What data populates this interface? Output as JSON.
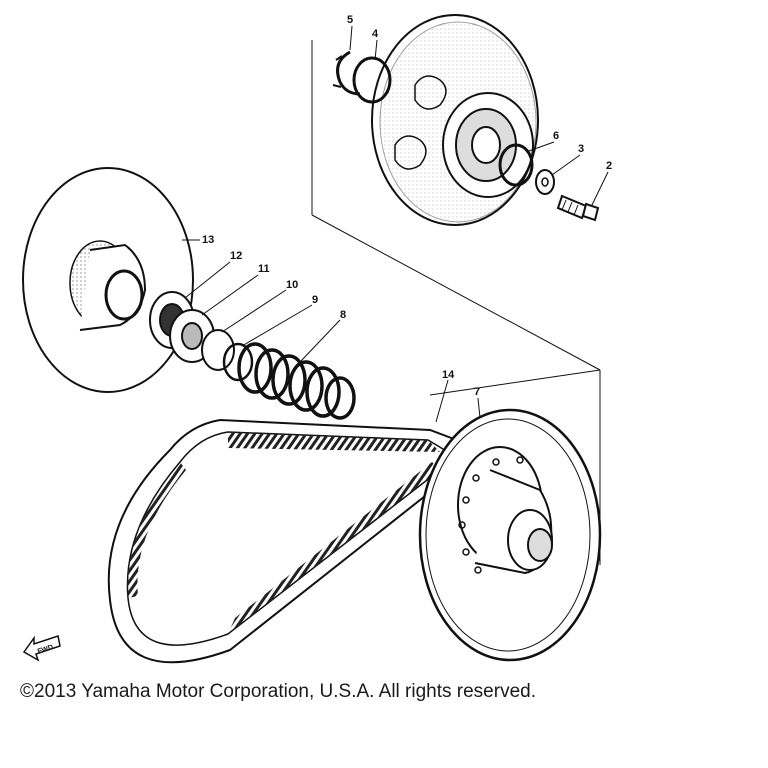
{
  "diagram": {
    "part_numbers": [
      "2",
      "3",
      "4",
      "5",
      "6",
      "7",
      "8",
      "9",
      "10",
      "11",
      "12",
      "13",
      "14"
    ],
    "fwd_arrow_label": "FWD",
    "colors": {
      "ink": "#111111",
      "paper": "#ffffff"
    }
  },
  "footer": {
    "copyright": "©2013 Yamaha Motor Corporation, U.S.A. All rights reserved."
  }
}
